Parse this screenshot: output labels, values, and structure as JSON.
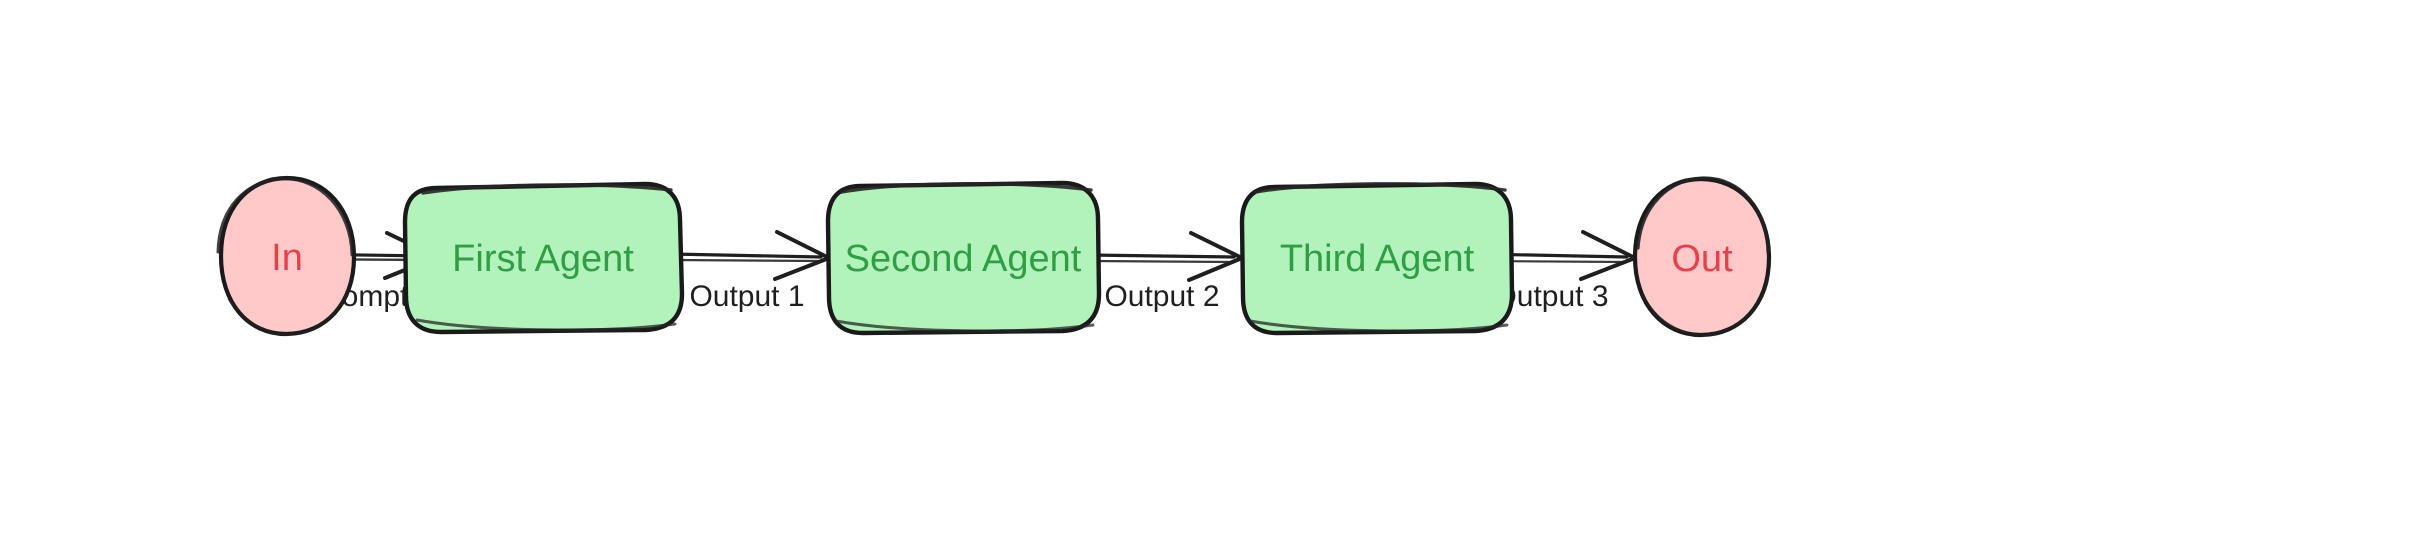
{
  "canvas": {
    "background_gradient_from": "#2ec45d",
    "background_gradient_to": "#86efa3",
    "card_background": "#ffffff"
  },
  "diagram": {
    "type": "flowchart",
    "direction": "left-to-right",
    "style": "hand-drawn",
    "colors": {
      "terminal_fill": "#ffc9c9",
      "terminal_text": "#e8414a",
      "terminal_stroke": "#1a1a1a",
      "agent_fill": "#b2f2bb",
      "agent_text": "#2f9e45",
      "agent_stroke": "#1a1a1a",
      "edge_stroke": "#1f1f1f",
      "edge_label_text": "#1f1f1f"
    },
    "nodes": [
      {
        "id": "in",
        "label": "In",
        "shape": "circle"
      },
      {
        "id": "agent1",
        "label": "First Agent",
        "shape": "rounded-rect"
      },
      {
        "id": "agent2",
        "label": "Second Agent",
        "shape": "rounded-rect"
      },
      {
        "id": "agent3",
        "label": "Third Agent",
        "shape": "rounded-rect"
      },
      {
        "id": "out",
        "label": "Out",
        "shape": "circle"
      }
    ],
    "edges": [
      {
        "from": "in",
        "to": "agent1",
        "label": "Prompt"
      },
      {
        "from": "agent1",
        "to": "agent2",
        "label": "Output 1"
      },
      {
        "from": "agent2",
        "to": "agent3",
        "label": "Output 2"
      },
      {
        "from": "agent3",
        "to": "out",
        "label": "Output 3"
      }
    ]
  }
}
